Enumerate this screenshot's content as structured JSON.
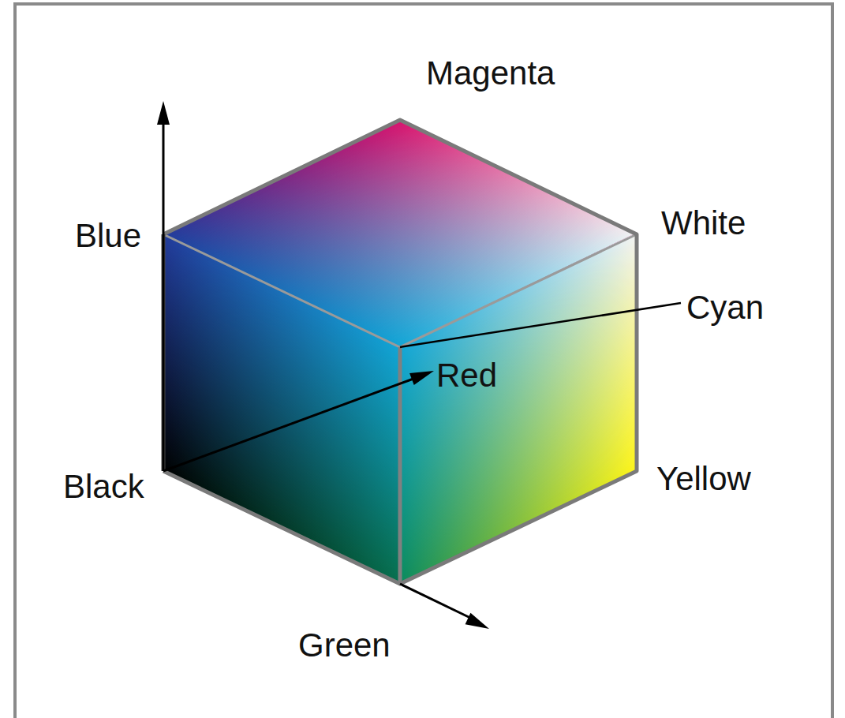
{
  "diagram": {
    "labels": [
      "Magenta",
      "Blue",
      "White",
      "Cyan",
      "Red",
      "Black",
      "Yellow",
      "Green"
    ]
  }
}
